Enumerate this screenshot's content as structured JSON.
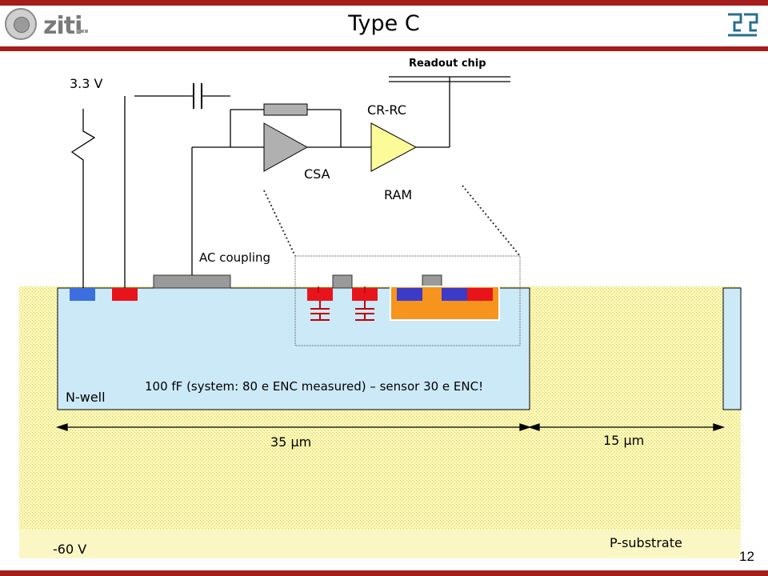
{
  "header": {
    "title": "Type C",
    "logo_text": "ziti"
  },
  "labels": {
    "readout_chip": "Readout chip",
    "supply_voltage": "3.3 V",
    "cr_rc": "CR-RC",
    "csa": "CSA",
    "ram": "RAM",
    "ac_coupling": "AC coupling",
    "capacitance_note": "100 fF (system: 80 e ENC measured) – sensor 30 e ENC!",
    "n_well": "N-well",
    "width_left": "35 µm",
    "width_right": "15 µm",
    "p_substrate": "P-substrate",
    "bias_voltage": "-60 V"
  },
  "footer": {
    "page_number": "12"
  },
  "colors": {
    "accent_bar": "#a51d1d",
    "n_well": "#cce9f8",
    "p_substrate": "#fbf7b3",
    "n_contact": "#3b6fe0",
    "p_contact": "#e8141c",
    "pmos_well": "#f7941d",
    "nmos": "#3b3bc8",
    "gate": "#9a9a9a",
    "csa_amp": "#b0b0b0",
    "cr_rc_amp": "#fbfb9a"
  }
}
